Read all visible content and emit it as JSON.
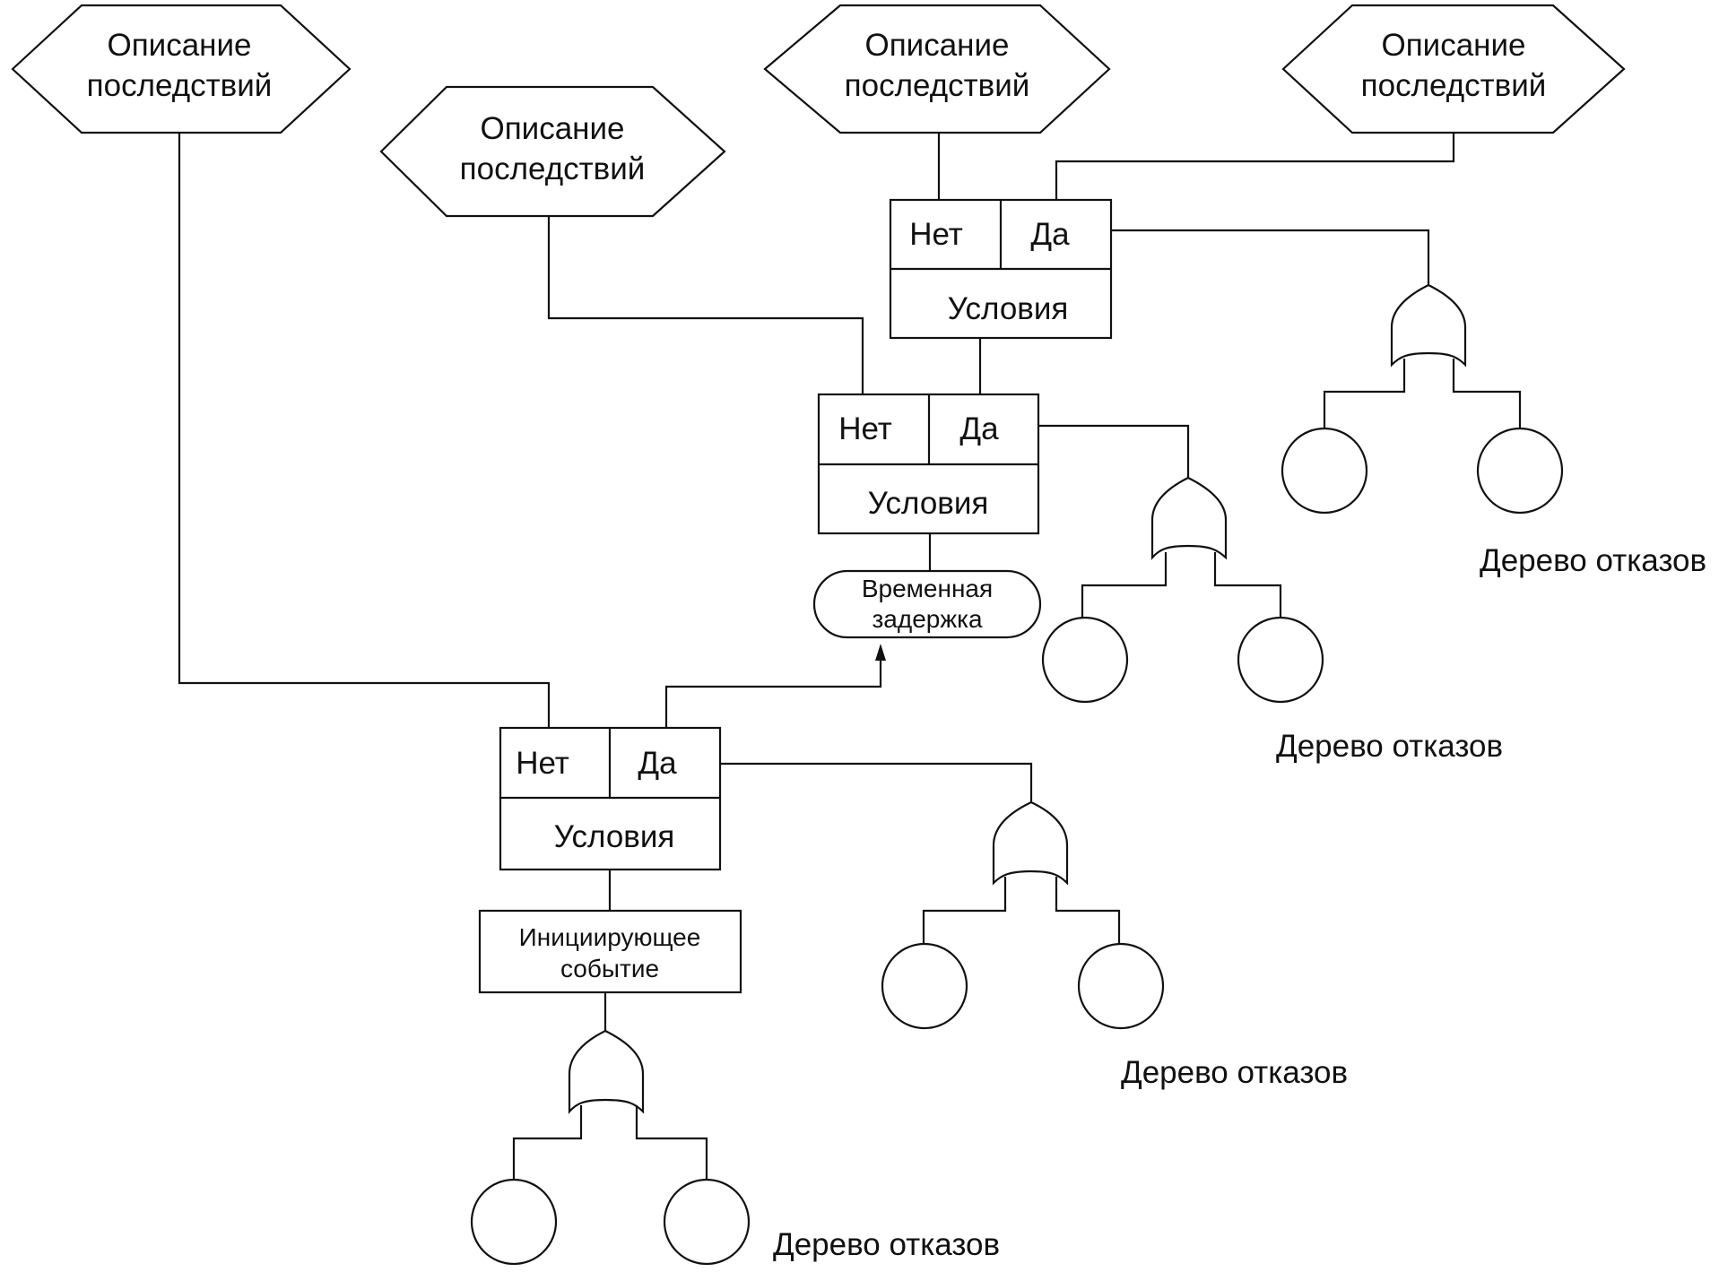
{
  "consequences": [
    {
      "line1": "Описание",
      "line2": "последствий"
    },
    {
      "line1": "Описание",
      "line2": "последствий"
    },
    {
      "line1": "Описание",
      "line2": "последствий"
    },
    {
      "line1": "Описание",
      "line2": "последствий"
    }
  ],
  "branch_box": {
    "no": "Нет",
    "yes": "Да",
    "conditions": "Условия"
  },
  "time_delay": {
    "line1": "Временная",
    "line2": "задержка"
  },
  "initiating_event": {
    "line1": "Инициирующее",
    "line2": "событие"
  },
  "fault_tree_label": "Дерево отказов",
  "colors": {
    "stroke": "#111111",
    "background": "#ffffff"
  }
}
